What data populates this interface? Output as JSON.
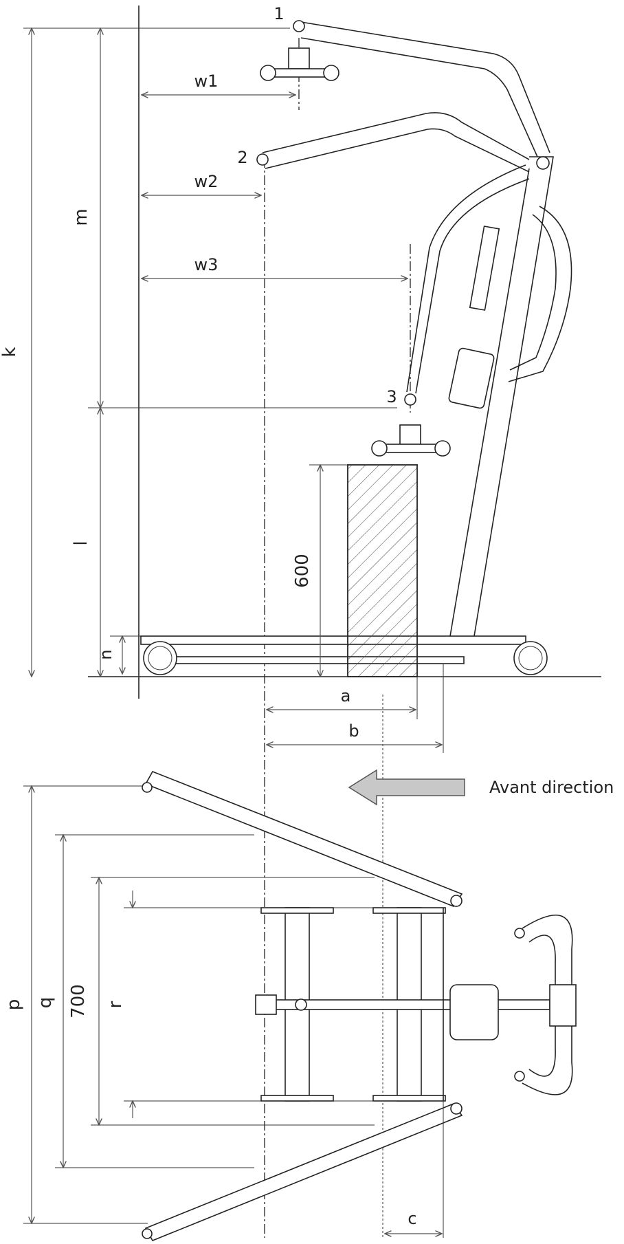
{
  "labels": {
    "k": "k",
    "m": "m",
    "l": "l",
    "n": "n",
    "w1": "w1",
    "w2": "w2",
    "w3": "w3",
    "p1": "1",
    "p2": "2",
    "p3": "3",
    "d600": "600",
    "a": "a",
    "b": "b",
    "c": "c",
    "p": "p",
    "q": "q",
    "r": "r",
    "d700": "700"
  },
  "annotation": {
    "text": "Avant direction"
  },
  "colors": {
    "arrow_fill": "#c8c8c8",
    "arrow_stroke": "#555555"
  }
}
